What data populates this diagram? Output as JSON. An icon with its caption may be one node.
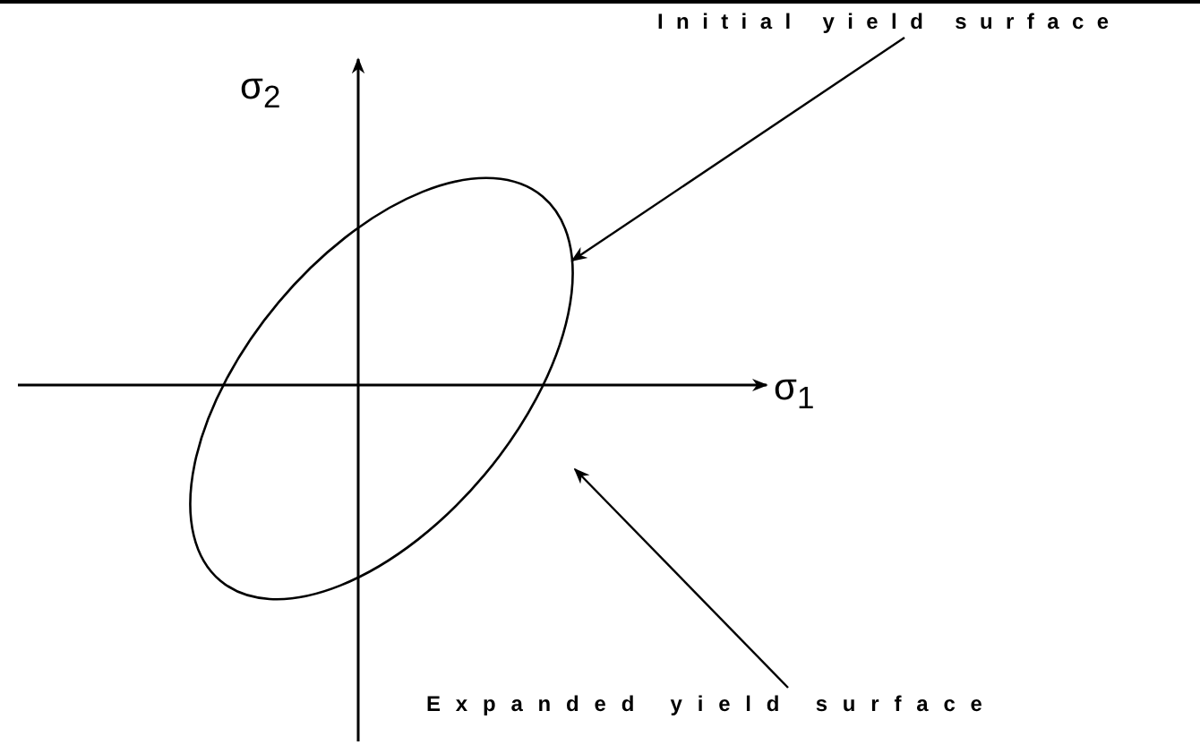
{
  "diagram": {
    "nodes": [
      {
        "text": [
          "Initial yield surface"
        ]
      },
      {
        "text": [],
        "shape": "ellipse"
      },
      {
        "text": [
          "Expanded yield surface"
        ]
      }
    ],
    "edges": [
      {
        "from": 0,
        "to": 1,
        "arrow": "to"
      },
      {
        "from": 2,
        "to": null,
        "arrow": "to"
      }
    ],
    "labels": [
      "σ$_{2}$",
      "σ$_{1}$"
    ]
  }
}
